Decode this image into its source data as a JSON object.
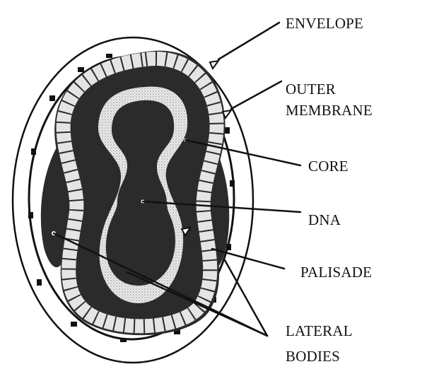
{
  "labels": {
    "envelope": "ENVELOPE",
    "outer_membrane_1": "OUTER",
    "outer_membrane_2": "MEMBRANE",
    "core": "CORE",
    "dna": "DNA",
    "palisade": "PALISADE",
    "lateral_bodies_1": "LATERAL",
    "lateral_bodies_2": "BODIES"
  },
  "colors": {
    "ink": "#111111",
    "dark_fill": "#2b2b2b",
    "stipple": "#d8d8d8",
    "palisade_cell": "#e4e4e4",
    "background": "#ffffff"
  }
}
